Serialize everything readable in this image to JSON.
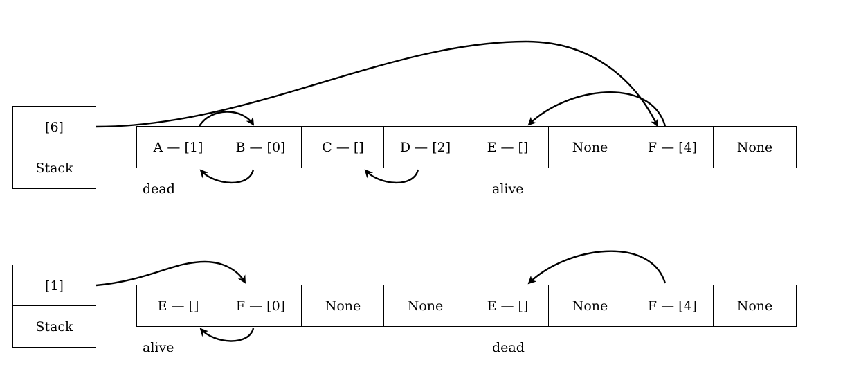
{
  "top": {
    "stack": {
      "value": "[6]",
      "label": "Stack"
    },
    "cells": [
      "A — [1]",
      "B — [0]",
      "C — []",
      "D — [2]",
      "E — []",
      "None",
      "F — [4]",
      "None"
    ],
    "left_label": "dead",
    "right_label": "alive"
  },
  "bottom": {
    "stack": {
      "value": "[1]",
      "label": "Stack"
    },
    "cells": [
      "E — []",
      "F — [0]",
      "None",
      "None",
      "E — []",
      "None",
      "F — [4]",
      "None"
    ],
    "left_label": "alive",
    "right_label": "dead"
  }
}
